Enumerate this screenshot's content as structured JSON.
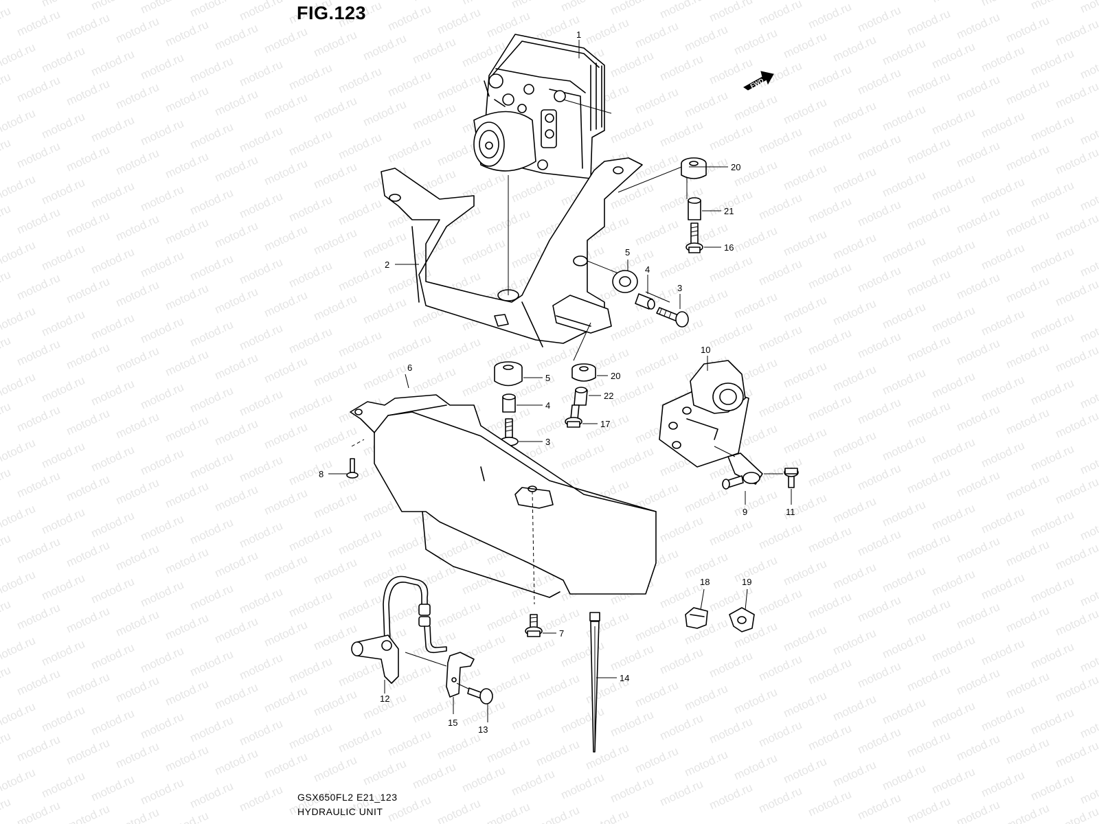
{
  "figure": {
    "title": "FIG.123",
    "code": "GSX650FL2 E21_123",
    "name": "HYDRAULIC UNIT"
  },
  "watermark": {
    "text": "motod.ru"
  },
  "fwd_badge": {
    "label": "FWD"
  },
  "callouts": {
    "c1": "1",
    "c2": "2",
    "c3a": "3",
    "c3b": "3",
    "c4a": "4",
    "c4b": "4",
    "c5a": "5",
    "c5b": "5",
    "c6": "6",
    "c7": "7",
    "c8": "8",
    "c9": "9",
    "c10": "10",
    "c11": "11",
    "c12": "12",
    "c13": "13",
    "c14": "14",
    "c15": "15",
    "c16": "16",
    "c17": "17",
    "c18": "18",
    "c19": "19",
    "c20a": "20",
    "c20b": "20",
    "c21": "21",
    "c22": "22"
  }
}
